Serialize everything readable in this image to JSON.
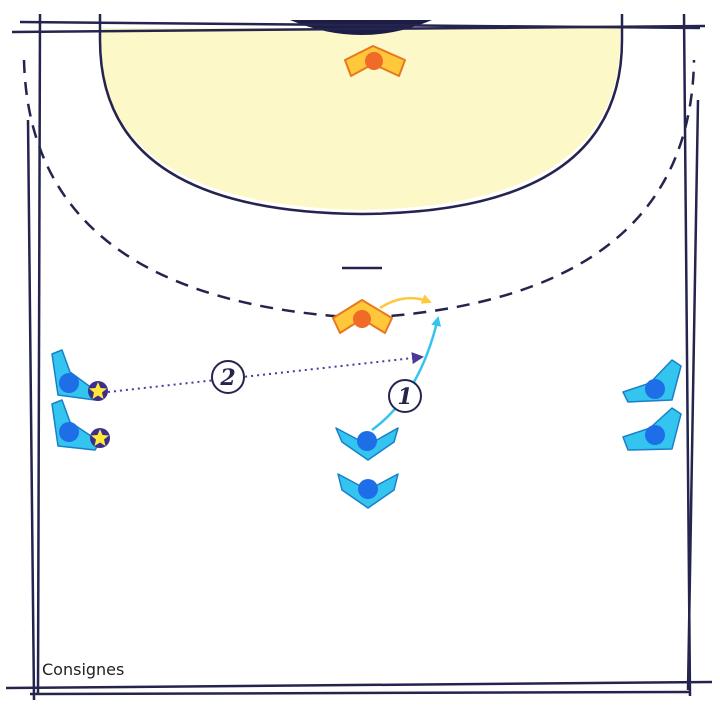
{
  "caption": "Consignes",
  "step_labels": {
    "one": "1",
    "two": "2"
  },
  "colors": {
    "court_line": "#24244f",
    "goal_area_fill": "#fdf8c8",
    "defender_fill": "#ffc83a",
    "defender_stroke": "#e87820",
    "defender_head": "#f06a28",
    "attacker_fill": "#34c4f0",
    "attacker_stroke": "#1a7fc8",
    "attacker_head": "#1e6ee8",
    "ball": "#ffe83a",
    "ball_stroke": "#3a2f8a",
    "run_arrow": "#34c4f0",
    "defender_arrow": "#ffc83a",
    "pass_arrow": "#4a3a9a",
    "goal": "#1c1c44"
  },
  "icons": {
    "ball": "ball-star-icon",
    "arrow": "arrowhead-icon"
  }
}
